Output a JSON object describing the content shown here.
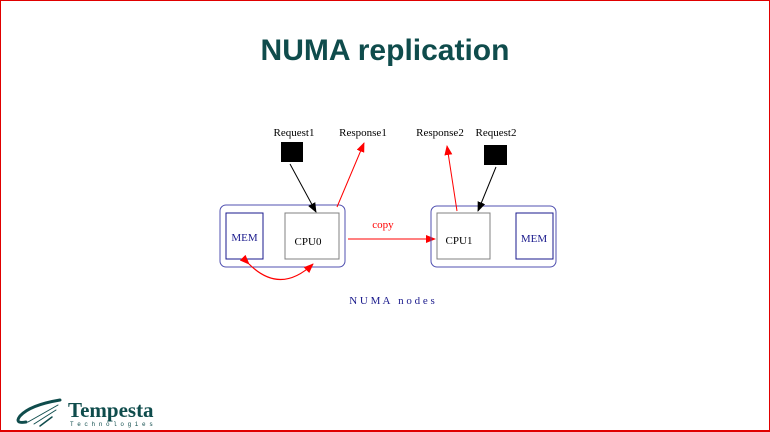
{
  "slide": {
    "title": "NUMA replication",
    "border_color": "#e00000",
    "title_color": "#0f4c4c"
  },
  "diagram": {
    "node0": {
      "mem_label": "MEM",
      "cpu_label": "CPU0",
      "request_label": "Request1",
      "response_label": "Response1"
    },
    "node1": {
      "mem_label": "MEM",
      "cpu_label": "CPU1",
      "request_label": "Request2",
      "response_label": "Response2"
    },
    "copy_label": "copy",
    "caption": "N U M A   n o d e s",
    "colors": {
      "node_border": "#5050b0",
      "mem_border": "#1a1a8c",
      "cpu_border": "#808080",
      "arrow_red": "#ff0000",
      "arrow_black": "#000000"
    }
  },
  "logo": {
    "name": "Tempesta",
    "subtitle": "Technologies"
  }
}
